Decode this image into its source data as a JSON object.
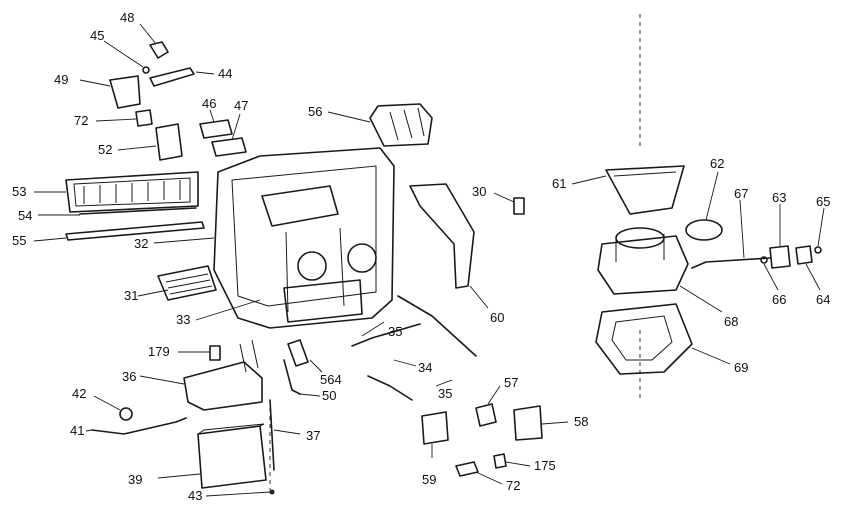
{
  "callouts": {
    "c48": "48",
    "c45": "45",
    "c44": "44",
    "c49": "49",
    "c72a": "72",
    "c46": "46",
    "c47": "47",
    "c52": "52",
    "c56": "56",
    "c53": "53",
    "c54": "54",
    "c55": "55",
    "c32": "32",
    "c31": "31",
    "c33": "33",
    "c30": "30",
    "c60": "60",
    "c61": "61",
    "c62": "62",
    "c67": "67",
    "c63": "63",
    "c65": "65",
    "c68": "68",
    "c66": "66",
    "c64": "64",
    "c69": "69",
    "c35a": "35",
    "c34": "34",
    "c35b": "35",
    "c179": "179",
    "c36": "36",
    "c564": "564",
    "c50": "50",
    "c42": "42",
    "c41": "41",
    "c37": "37",
    "c57": "57",
    "c58": "58",
    "c39": "39",
    "c43": "43",
    "c59": "59",
    "c72b": "72",
    "c175": "175"
  }
}
